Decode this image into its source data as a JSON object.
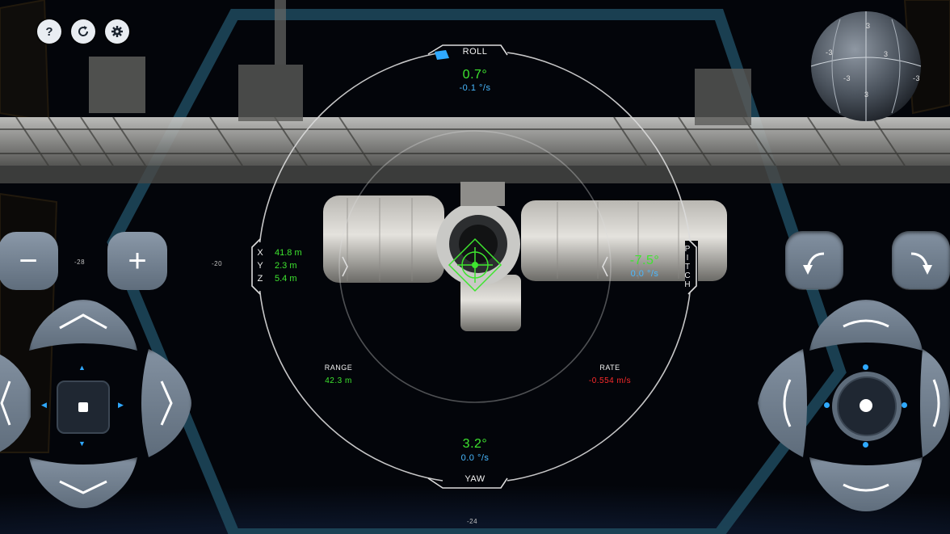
{
  "toolbar": {
    "help_label": "?",
    "reset_icon": "refresh-icon",
    "settings_icon": "gear-icon"
  },
  "hud": {
    "roll": {
      "label": "ROLL",
      "angle": "0.7°",
      "rate": "-0.1 °/s"
    },
    "pitch": {
      "label_letters": [
        "P",
        "I",
        "T",
        "C",
        "H"
      ],
      "angle": "-7.5°",
      "rate": "0.0 °/s"
    },
    "yaw": {
      "label": "YAW",
      "angle": "3.2°",
      "rate": "0.0 °/s"
    },
    "position": {
      "axes": [
        "X",
        "Y",
        "Z"
      ],
      "values": [
        "41.8 m",
        "2.3 m",
        "5.4 m"
      ]
    },
    "range": {
      "label": "RANGE",
      "value": "42.3 m"
    },
    "rate": {
      "label": "RATE",
      "value": "-0.554 m/s"
    }
  },
  "attitude_ball": {
    "marks": [
      "3",
      "-3",
      "3",
      "-3",
      "3",
      "-3"
    ]
  },
  "scene_marks": {
    "left_a": "-28",
    "left_b": "-20",
    "bottom": "-24"
  },
  "controls": {
    "zoom_out_label": "−",
    "zoom_in_label": "+"
  },
  "colors": {
    "accent_green": "#3ee52f",
    "accent_blue": "#49b8ff",
    "alert_red": "#ff2b2b",
    "pad_gray": "#6f7d8c"
  }
}
